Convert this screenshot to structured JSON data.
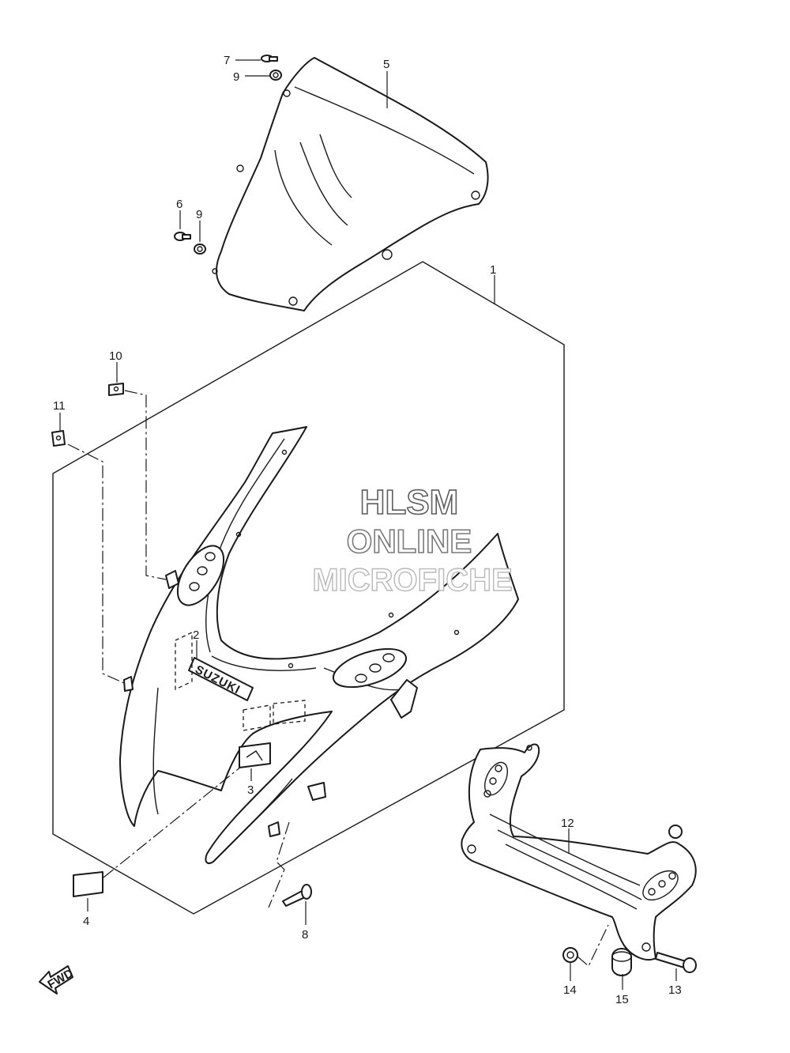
{
  "callouts": {
    "c1": "1",
    "c2": "2",
    "c3": "3",
    "c4": "4",
    "c5": "5",
    "c6": "6",
    "c7": "7",
    "c8": "8",
    "c9a": "9",
    "c9b": "9",
    "c10": "10",
    "c11": "11",
    "c12": "12",
    "c13": "13",
    "c14": "14",
    "c15": "15"
  },
  "watermark": {
    "line1": "HLSM",
    "line2": "ONLINE",
    "line3": "MICROFICHE"
  },
  "emblem_text": "SUZUKI",
  "direction_badge": "FWD",
  "colors": {
    "line": "#1a1a1a",
    "background": "#ffffff",
    "watermark_dark": "#5e5e5e",
    "watermark_light": "#b9b9b9"
  }
}
